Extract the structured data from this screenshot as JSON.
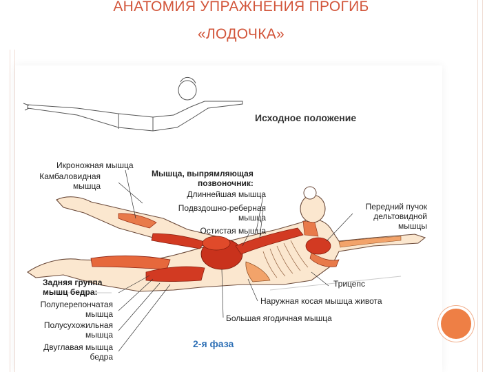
{
  "title_line1": "АНАТОМИЯ УПРАЖНЕНИЯ ПРОГИБ",
  "title_line2": "«ЛОДОЧКА»",
  "start_heading": "Исходное положение",
  "phase_label": "2-я фаза",
  "labels": {
    "calf": "Икроножная мышца",
    "soleus_1": "Камбаловидная",
    "soleus_2": "мышца",
    "erector_1": "Мышца, выпрямляющая",
    "erector_2": "позвоночник:",
    "longissimus": "Длиннейшая мышца",
    "iliocostalis_1": "Подвздошно-реберная",
    "iliocostalis_2": "мышца",
    "spinalis": "Остистая мышца",
    "deltoid_1": "Передний пучок",
    "deltoid_2": "дельтовидной",
    "deltoid_3": "мышцы",
    "hamstrings_1": "Задняя группа",
    "hamstrings_2": "мышц бедра:",
    "semimem_1": "Полуперепончатая",
    "semimem_2": "мышца",
    "semitend_1": "Полусухожильная",
    "semitend_2": "мышца",
    "biceps_1": "Двуглавая мышца",
    "biceps_2": "бедра",
    "triceps": "Трицепс",
    "oblique": "Наружная косая мышца живота",
    "gluteus": "Большая ягодичная мышца"
  },
  "colors": {
    "title": "#d2553a",
    "phase": "#2d6fb5",
    "muscle": "#d23a22",
    "muscle_light": "#e87a4a",
    "skin": "#fbe7cf",
    "accent_circle": "#ee7f45"
  }
}
